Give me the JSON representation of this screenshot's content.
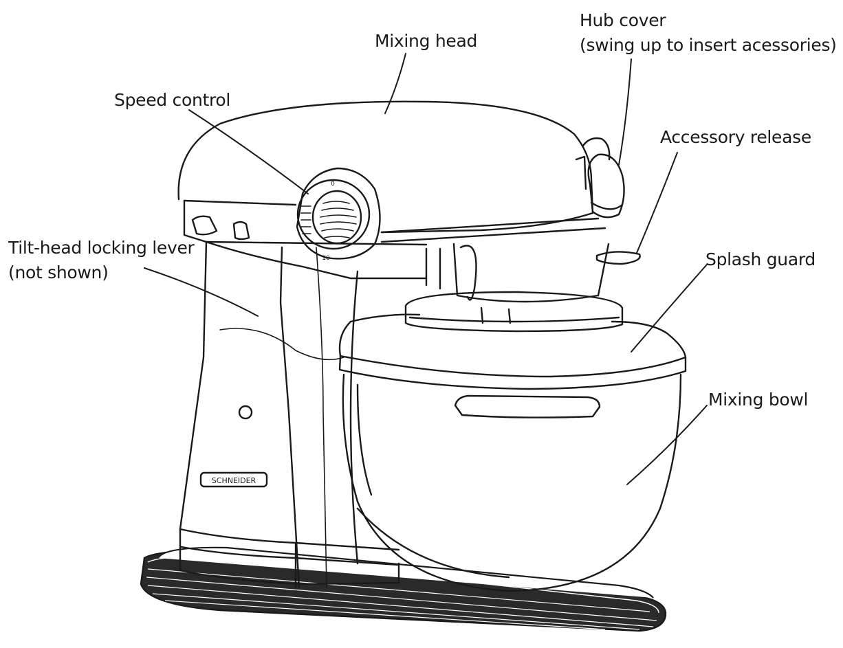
{
  "labels": {
    "mixing_head": "Mixing head",
    "hub_cover_line1": "Hub cover",
    "hub_cover_line2": "(swing up to insert acessories)",
    "speed_control": "Speed control",
    "accessory_release": "Accessory release",
    "tilt_lever_line1": "Tilt-head locking lever",
    "tilt_lever_line2": "(not shown)",
    "splash_guard": "Splash guard",
    "mixing_bowl": "Mixing bowl"
  },
  "brand_plate": "SCHNEIDER",
  "dial_marks": {
    "top": "0",
    "bottom": "10"
  }
}
